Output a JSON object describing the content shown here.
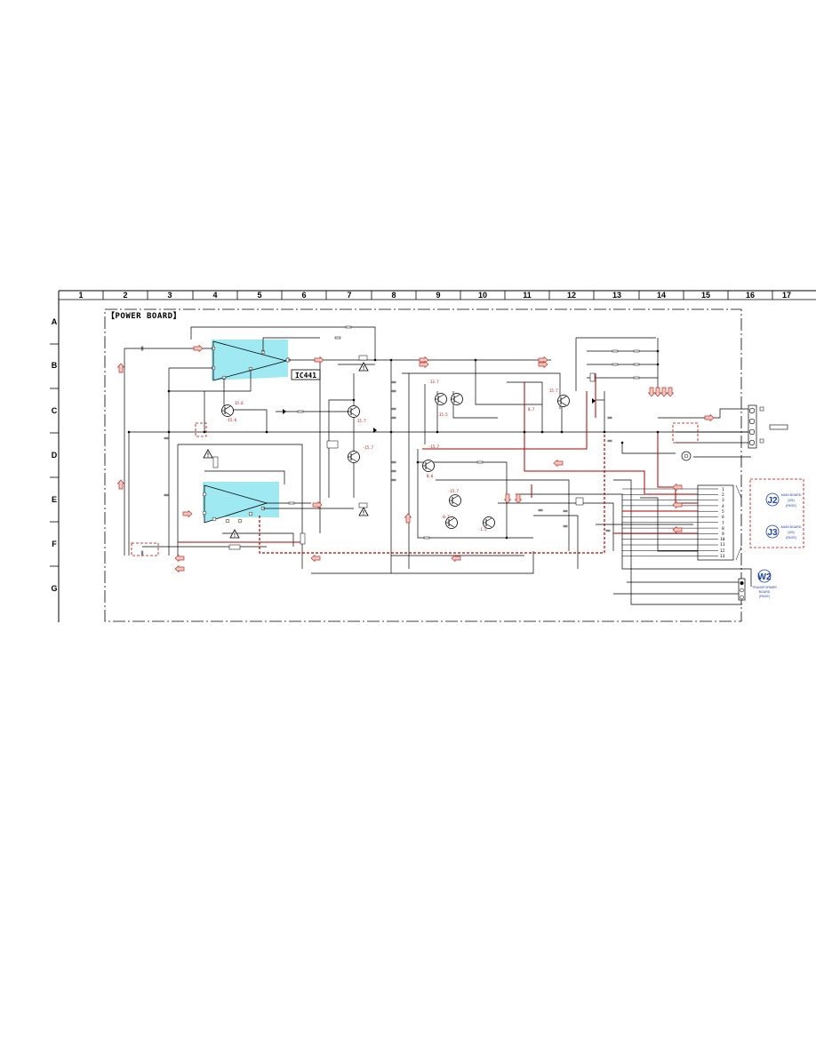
{
  "grid": {
    "columns": [
      "1",
      "2",
      "3",
      "4",
      "5",
      "6",
      "7",
      "8",
      "9",
      "10",
      "11",
      "12",
      "13",
      "14",
      "15",
      "16",
      "17"
    ],
    "rows": [
      "A",
      "B",
      "C",
      "D",
      "E",
      "F",
      "G"
    ]
  },
  "board_title": "【POWER BOARD】",
  "ic": {
    "label": "IC441"
  },
  "voltages": [
    "15.6",
    "-15.6",
    "15.7",
    "-15.7",
    "13.7",
    "15.7",
    "15.5",
    "0.7",
    "-15.7",
    "0.6",
    "-15.7",
    "-0.7",
    "-1.5"
  ],
  "connector_pins": [
    "1",
    "2",
    "3",
    "4",
    "5",
    "6",
    "7",
    "8",
    "9",
    "10",
    "11",
    "12",
    "13"
  ],
  "refs": [
    {
      "code": "J2",
      "line1": "MAIN BOARD",
      "line2": "(5/5)",
      "line3": "(PAGE)"
    },
    {
      "code": "J3",
      "line1": "MAIN BOARD",
      "line2": "(5/5)",
      "line3": "(PAGE)"
    },
    {
      "code": "W2",
      "line1": "TRANSFORMER",
      "line2": "BOARD",
      "line3": "(PAGE)"
    }
  ],
  "colors": {
    "line": "#000000",
    "red_trace": "#b00000",
    "arrow_fill": "#f4c9c2",
    "arrow_stroke": "#b8322b",
    "ic_fill": "#9fe9f2",
    "ref_blue": "#1f3fa8"
  }
}
